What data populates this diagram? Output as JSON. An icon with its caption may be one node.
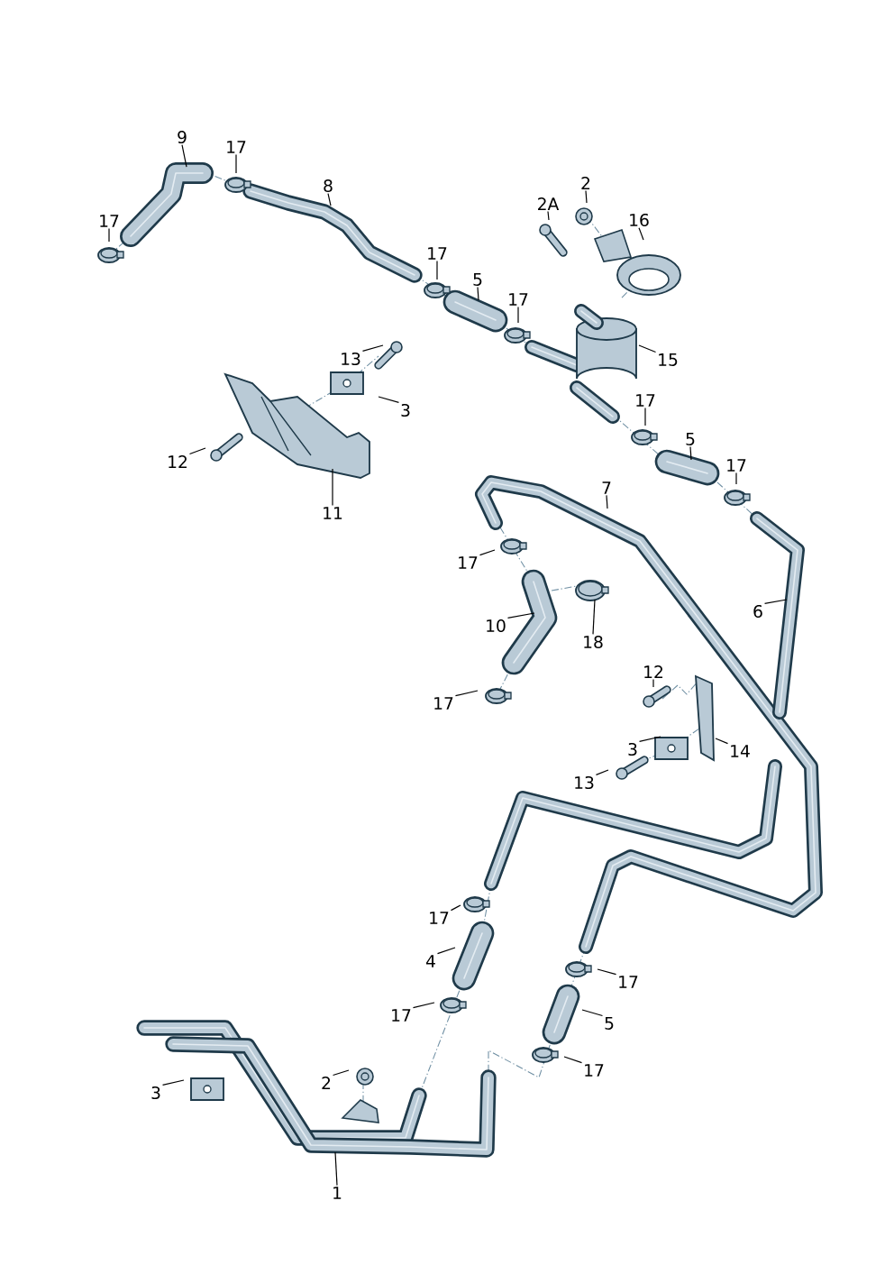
{
  "diagram": {
    "nodes": [
      {
        "text": [
          "9"
        ]
      },
      {
        "text": [
          "17"
        ]
      },
      {
        "text": [
          "17"
        ]
      },
      {
        "text": [
          "8"
        ]
      },
      {
        "text": [
          "2"
        ]
      },
      {
        "text": [
          "2A"
        ]
      },
      {
        "text": [
          "16"
        ]
      },
      {
        "text": [
          "17"
        ]
      },
      {
        "text": [
          "5"
        ]
      },
      {
        "text": [
          "17"
        ]
      },
      {
        "text": [
          "13"
        ]
      },
      {
        "text": [
          "15"
        ]
      },
      {
        "text": [
          "3"
        ]
      },
      {
        "text": [
          "17"
        ]
      },
      {
        "text": [
          "5"
        ]
      },
      {
        "text": [
          "12"
        ]
      },
      {
        "text": [
          "17"
        ]
      },
      {
        "text": [
          "7"
        ]
      },
      {
        "text": [
          "11"
        ]
      },
      {
        "text": [
          "17"
        ]
      },
      {
        "text": [
          "6"
        ]
      },
      {
        "text": [
          "10"
        ]
      },
      {
        "text": [
          "18"
        ]
      },
      {
        "text": [
          "12"
        ]
      },
      {
        "text": [
          "17"
        ]
      },
      {
        "text": [
          "3"
        ]
      },
      {
        "text": [
          "14"
        ]
      },
      {
        "text": [
          "13"
        ]
      },
      {
        "text": [
          "17"
        ]
      },
      {
        "text": [
          "4"
        ]
      },
      {
        "text": [
          "17"
        ]
      },
      {
        "text": [
          "17"
        ]
      },
      {
        "text": [
          "5"
        ]
      },
      {
        "text": [
          "17"
        ]
      },
      {
        "text": [
          "3"
        ]
      },
      {
        "text": [
          "2"
        ]
      },
      {
        "text": [
          "1"
        ]
      }
    ],
    "edges": [
      {
        "from": 0,
        "to": null,
        "arrow": "none"
      },
      {
        "from": 1,
        "to": null,
        "arrow": "none"
      },
      {
        "from": 2,
        "to": null,
        "arrow": "none"
      },
      {
        "from": 3,
        "to": null,
        "arrow": "none"
      },
      {
        "from": 4,
        "to": null,
        "arrow": "none"
      },
      {
        "from": 5,
        "to": null,
        "arrow": "none"
      },
      {
        "from": 6,
        "to": null,
        "arrow": "none"
      },
      {
        "from": 7,
        "to": null,
        "arrow": "none"
      },
      {
        "from": 8,
        "to": null,
        "arrow": "none"
      },
      {
        "from": 9,
        "to": null,
        "arrow": "none"
      },
      {
        "from": 10,
        "to": null,
        "arrow": "none"
      },
      {
        "from": 11,
        "to": null,
        "arrow": "none"
      },
      {
        "from": 12,
        "to": null,
        "arrow": "none"
      },
      {
        "from": 13,
        "to": null,
        "arrow": "none"
      },
      {
        "from": 14,
        "to": null,
        "arrow": "none"
      },
      {
        "from": 15,
        "to": null,
        "arrow": "none"
      },
      {
        "from": 16,
        "to": null,
        "arrow": "none"
      },
      {
        "from": 17,
        "to": null,
        "arrow": "none"
      },
      {
        "from": 18,
        "to": null,
        "arrow": "none"
      },
      {
        "from": 19,
        "to": null,
        "arrow": "none"
      },
      {
        "from": 20,
        "to": null,
        "arrow": "none"
      },
      {
        "from": 21,
        "to": null,
        "arrow": "none"
      },
      {
        "from": 22,
        "to": null,
        "arrow": "none"
      },
      {
        "from": 23,
        "to": null,
        "arrow": "none"
      },
      {
        "from": 24,
        "to": null,
        "arrow": "none"
      },
      {
        "from": 25,
        "to": null,
        "arrow": "none"
      },
      {
        "from": 26,
        "to": null,
        "arrow": "none"
      },
      {
        "from": 27,
        "to": null,
        "arrow": "none"
      },
      {
        "from": 28,
        "to": null,
        "arrow": "none"
      },
      {
        "from": 29,
        "to": null,
        "arrow": "none"
      },
      {
        "from": 30,
        "to": null,
        "arrow": "none"
      },
      {
        "from": 31,
        "to": null,
        "arrow": "none"
      },
      {
        "from": 32,
        "to": null,
        "arrow": "none"
      },
      {
        "from": 33,
        "to": null,
        "arrow": "none"
      },
      {
        "from": 34,
        "to": null,
        "arrow": "none"
      },
      {
        "from": 35,
        "to": null,
        "arrow": "none"
      },
      {
        "from": 36,
        "to": null,
        "arrow": "none"
      }
    ]
  }
}
